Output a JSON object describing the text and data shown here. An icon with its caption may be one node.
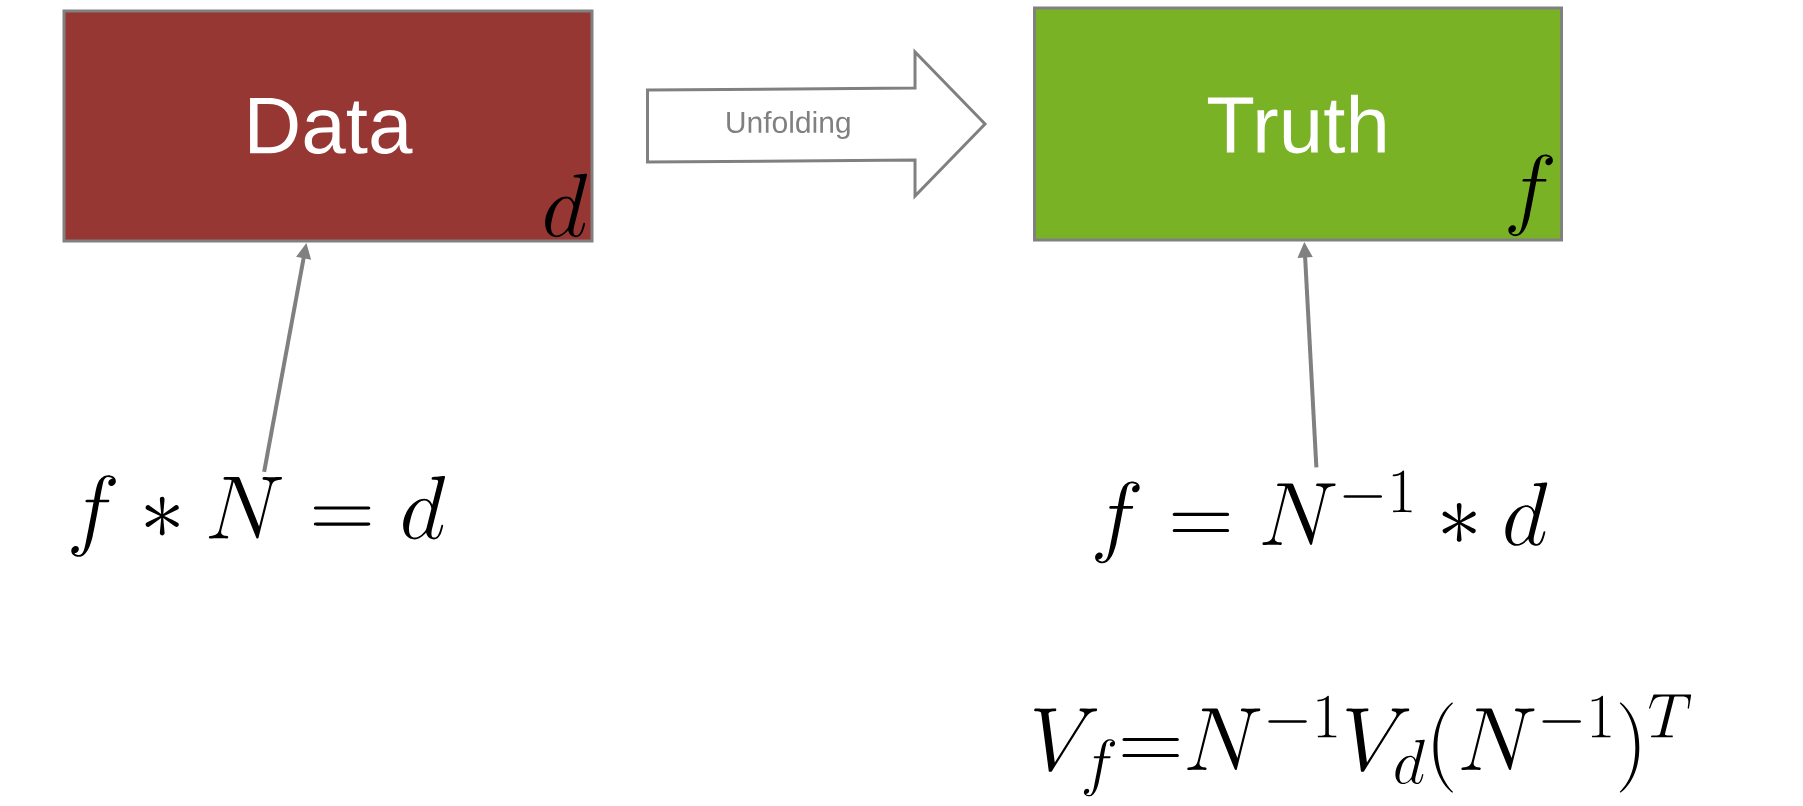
{
  "diagram": {
    "nodes": [
      {
        "text": [
          "Data",
          "d"
        ]
      },
      {
        "text": [
          "Truth",
          "f"
        ]
      },
      {
        "text": [
          "f * N = d"
        ]
      },
      {
        "text": [
          "f = N^{-1} * d"
        ]
      }
    ],
    "edges": [
      {
        "from": 0,
        "to": 1,
        "arrow": "to",
        "label": "Unfolding"
      },
      {
        "from": 2,
        "to": 0,
        "arrow": "to"
      },
      {
        "from": 3,
        "to": 1,
        "arrow": "to"
      }
    ],
    "labels": [
      "V_f {=} N^{-1} V_d (N^{-1})^T"
    ]
  }
}
